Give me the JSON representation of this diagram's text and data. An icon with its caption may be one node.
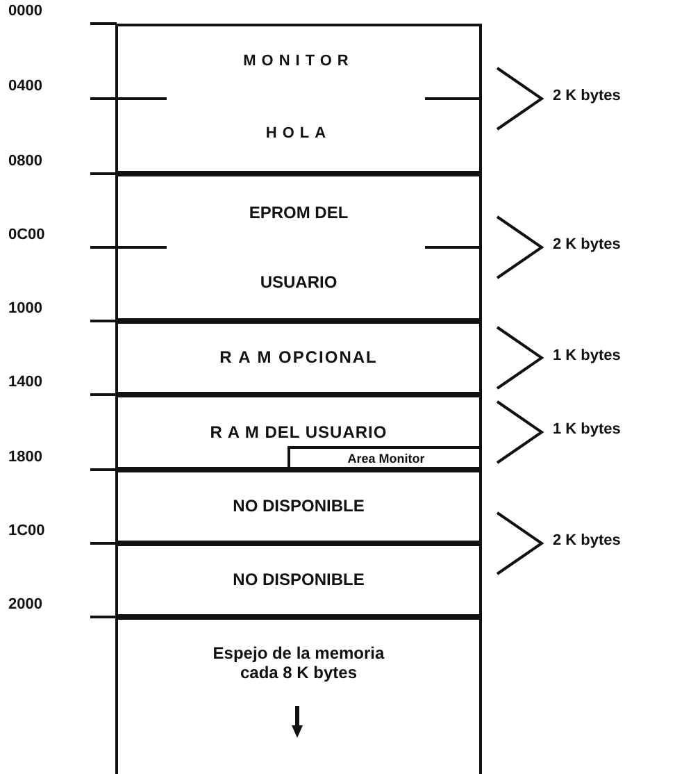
{
  "diagram": {
    "nodes": [
      {
        "text": [
          "MONITOR",
          "HOLA"
        ]
      },
      {
        "text": [
          "EPROM DEL USUARIO"
        ]
      },
      {
        "text": [
          "R A M OPCIONAL"
        ]
      },
      {
        "text": [
          "R A M DEL USUARIO"
        ]
      },
      {
        "text": [
          "Area Monitor"
        ],
        "in": 3
      },
      {
        "text": [
          "NO DISPONIBLE"
        ]
      },
      {
        "text": [
          "NO DISPONIBLE"
        ]
      },
      {
        "text": [
          "Espejo de la memoria cada 8 K bytes"
        ]
      }
    ],
    "edges": [],
    "labels": [
      "0000",
      "0400",
      "0800",
      "0C00",
      "1000",
      "1400",
      "1800",
      "1C00",
      "2000",
      "2 K bytes",
      "2 K bytes",
      "1 K bytes",
      "1 K bytes",
      "2 K bytes"
    ]
  }
}
